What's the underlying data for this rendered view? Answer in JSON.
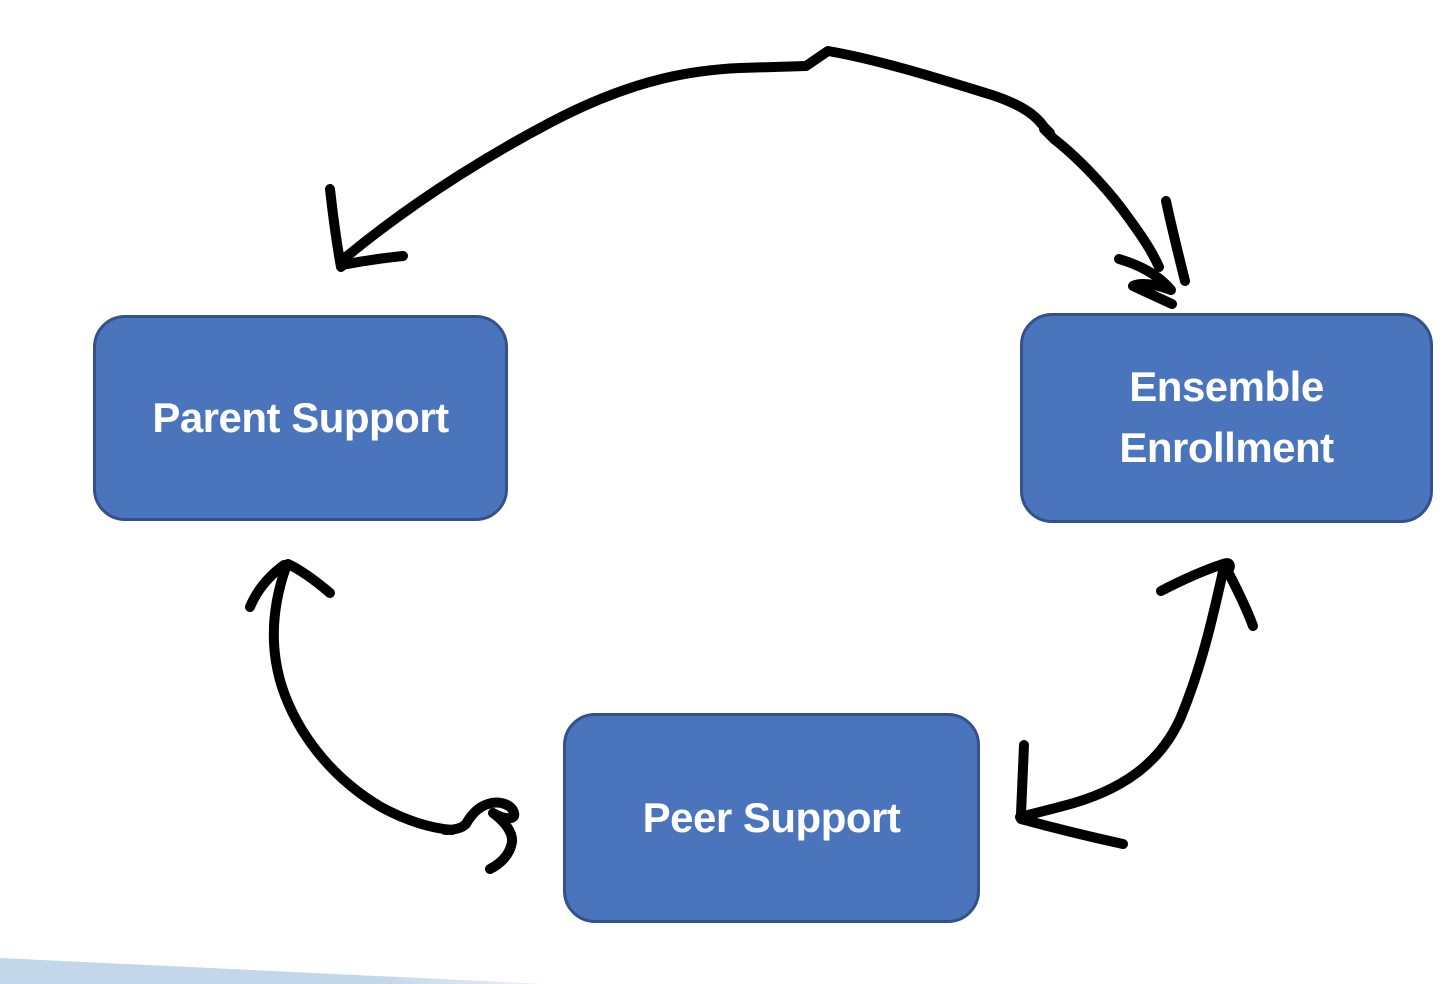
{
  "colors": {
    "background": "#ffffff",
    "node-fill": "#4a74bc",
    "node-border": "#35518b",
    "node-text": "#ffffff",
    "arrow": "#000000",
    "wedge": "#c3d7ea",
    "wedge-fade": "#eaf2f9"
  },
  "nodes": [
    {
      "id": "parent-support",
      "label": "Parent Support"
    },
    {
      "id": "ensemble-enrollment",
      "label": "Ensemble Enrollment"
    },
    {
      "id": "peer-support",
      "label": "Peer Support"
    }
  ],
  "arrows": [
    {
      "name": "arrow-parent-ensemble",
      "between": [
        "Parent Support",
        "Ensemble Enrollment"
      ],
      "style": "hand-drawn double-headed arc across the top"
    },
    {
      "name": "arrow-parent-peer",
      "between": [
        "Parent Support",
        "Peer Support"
      ],
      "style": "hand-drawn double-headed arc on the left"
    },
    {
      "name": "arrow-peer-ensemble",
      "between": [
        "Peer Support",
        "Ensemble Enrollment"
      ],
      "style": "hand-drawn double-headed arc on the right"
    }
  ],
  "decorations": [
    {
      "name": "bottom-left-wedge",
      "shape": "light blue triangle along bottom-left edge"
    }
  ]
}
